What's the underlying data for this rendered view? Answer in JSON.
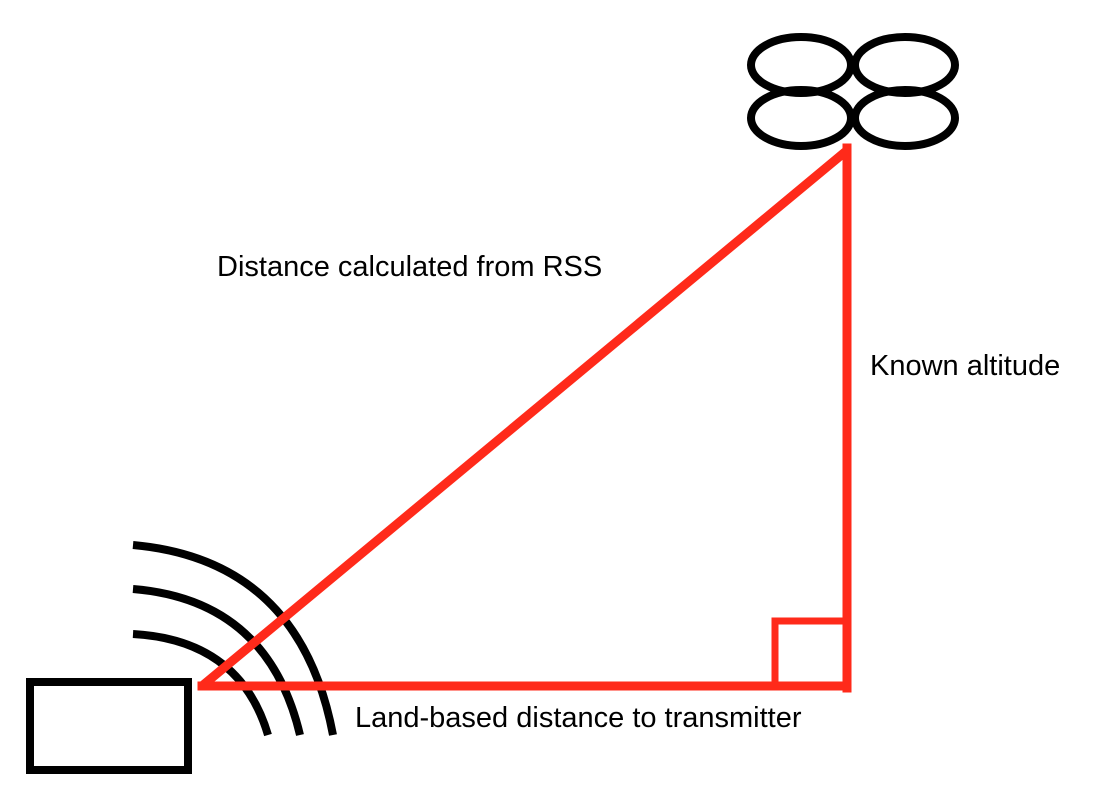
{
  "labels": {
    "hypotenuse": "Distance calculated from RSS",
    "vertical": "Known altitude",
    "horizontal": "Land-based distance to transmitter"
  },
  "colors": {
    "triangle": "#ff2a1a",
    "ink": "#000000",
    "background": "#ffffff"
  },
  "icons": {
    "drone": "quadcopter-icon",
    "receiver": "receiver-box-icon",
    "signal": "signal-waves-icon"
  }
}
